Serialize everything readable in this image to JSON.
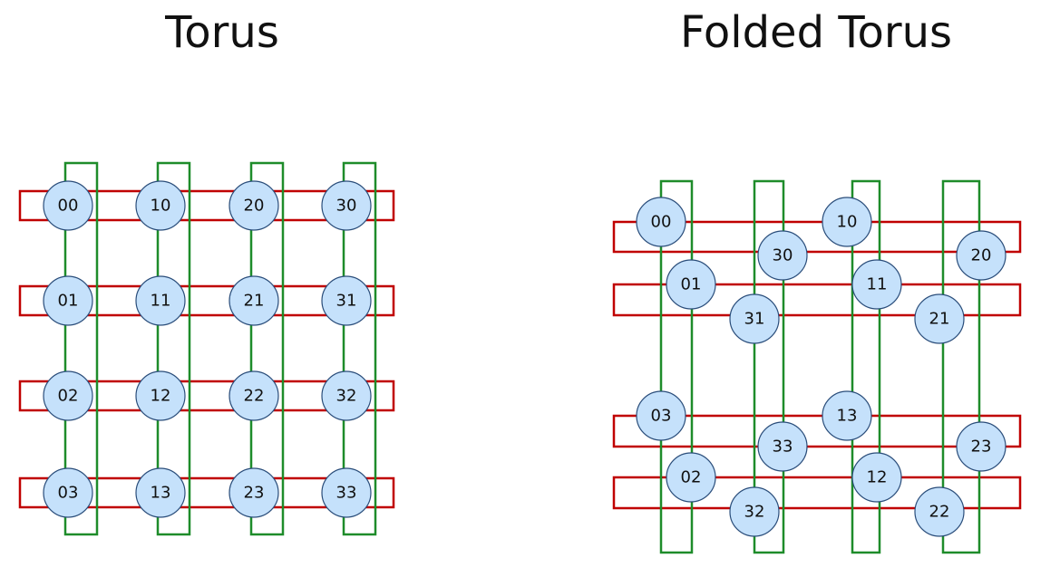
{
  "titles": {
    "left": "Torus",
    "right": "Folded Torus"
  },
  "colors": {
    "row_ring": "#c00000",
    "column_ring": "#1e8c2a",
    "node_fill": "#c5e1fb",
    "node_stroke": "#2a4d7a"
  },
  "torus": {
    "rows": [
      [
        "00",
        "10",
        "20",
        "30"
      ],
      [
        "01",
        "11",
        "21",
        "31"
      ],
      [
        "02",
        "12",
        "22",
        "32"
      ],
      [
        "03",
        "13",
        "23",
        "33"
      ]
    ]
  },
  "folded_torus": {
    "rows": [
      [
        "00",
        "30",
        "10",
        "20"
      ],
      [
        "01",
        "31",
        "11",
        "21"
      ],
      [
        "03",
        "33",
        "13",
        "23"
      ],
      [
        "02",
        "32",
        "12",
        "22"
      ]
    ]
  }
}
